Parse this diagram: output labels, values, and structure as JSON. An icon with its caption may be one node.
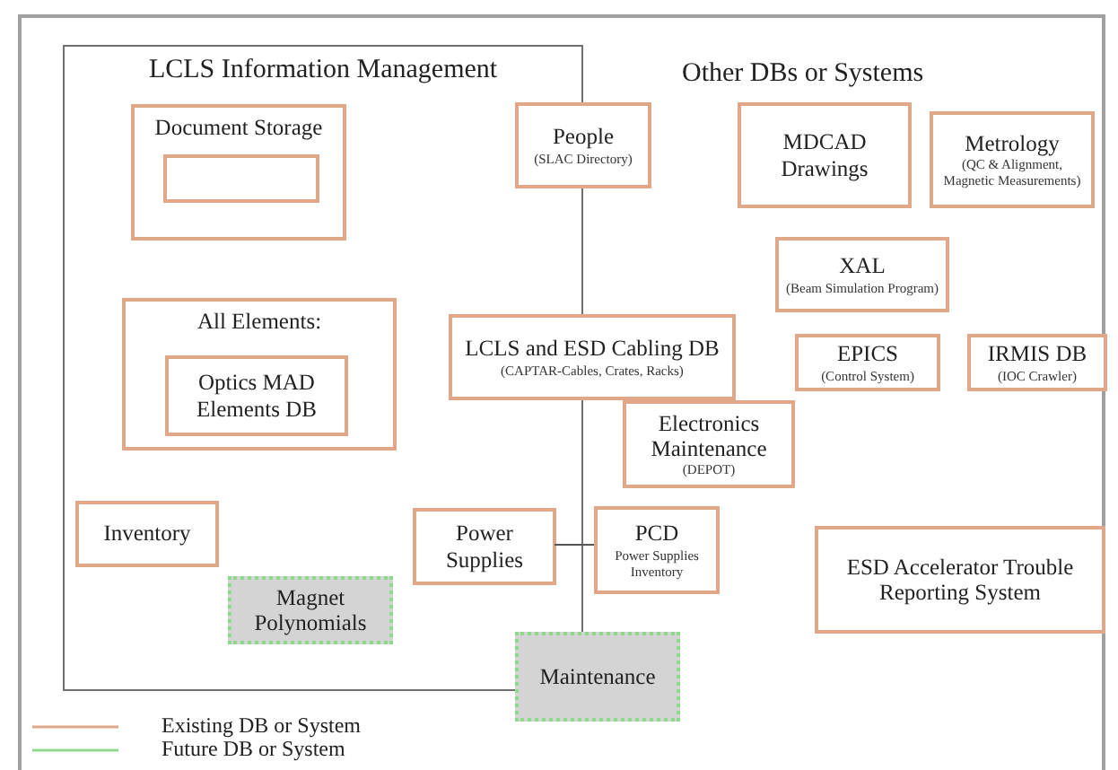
{
  "diagram": {
    "nodes": [
      {
        "text": [
          "LCLS Information Management"
        ]
      },
      {
        "text": [
          "Document Storage"
        ],
        "in": 0
      },
      {
        "text": [],
        "shape": "box",
        "in": 1
      },
      {
        "text": [
          "People",
          "(SLAC Directory)"
        ]
      },
      {
        "text": [
          "MDCAD Drawings"
        ]
      },
      {
        "text": [
          "Metrology",
          "(QC & Alignment, Magnetic Measurements)"
        ]
      },
      {
        "text": [
          "All Elements:"
        ],
        "in": 0
      },
      {
        "text": [
          "Optics MAD Elements DB"
        ],
        "in": 6
      },
      {
        "text": [
          "XAL",
          "(Beam Simulation Program)"
        ]
      },
      {
        "text": [
          "LCLS and ESD Cabling DB",
          "(CAPTAR-Cables, Crates, Racks)"
        ]
      },
      {
        "text": [
          "EPICS",
          "(Control System)"
        ]
      },
      {
        "text": [
          "IRMIS DB",
          "(IOC Crawler)"
        ]
      },
      {
        "text": [
          "Electronics Maintenance",
          "(DEPOT)"
        ]
      },
      {
        "text": [
          "Inventory"
        ],
        "in": 0
      },
      {
        "text": [
          "Power Supplies"
        ],
        "in": 0
      },
      {
        "text": [
          "PCD",
          "Power Supplies Inventory"
        ]
      },
      {
        "text": [
          "ESD Accelerator Trouble Reporting System"
        ]
      },
      {
        "text": [
          "Magnet Polynomials"
        ],
        "in": 0
      },
      {
        "text": [
          "Maintenance"
        ]
      }
    ],
    "edges": [
      {
        "from": 14,
        "to": 15,
        "arrow": "none"
      }
    ],
    "labels": [
      "Other DBs or Systems"
    ],
    "legend": [
      {
        "text": "Existing DB or System"
      },
      {
        "text": "Future DB or System"
      }
    ]
  }
}
